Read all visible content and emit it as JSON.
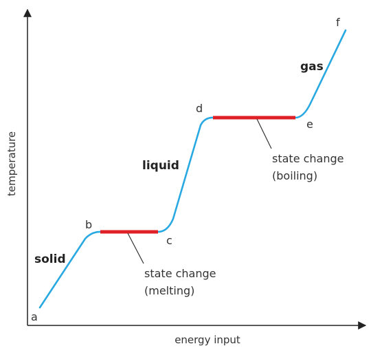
{
  "axes": {
    "x_label": "energy input",
    "y_label": "temperature"
  },
  "points": [
    "a",
    "b",
    "c",
    "d",
    "e",
    "f"
  ],
  "phases": {
    "solid": "solid",
    "liquid": "liquid",
    "gas": "gas"
  },
  "annotations": {
    "melting_line1": "state change",
    "melting_line2": "(melting)",
    "boiling_line1": "state change",
    "boiling_line2": "(boiling)"
  },
  "colors": {
    "curve": "#29a9e1",
    "state_change": "#e02027",
    "axis": "#222222",
    "leader": "#333333"
  }
}
